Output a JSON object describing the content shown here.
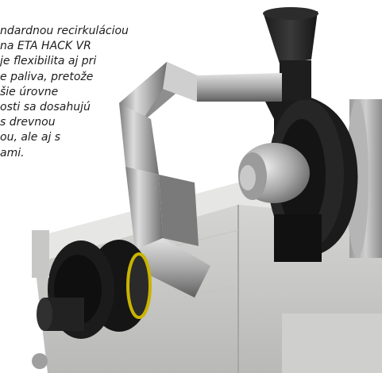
{
  "caption": {
    "lines": [
      "ndardnou recirkuláciou",
      "na ETA HACK VR",
      "je flexibilita aj pri",
      "e paliva, pretože",
      "šie úrovne",
      "osti sa dosahujú",
      "s drevnou",
      "ou, ale aj s",
      "ami."
    ]
  },
  "image": {
    "subject": "rendered-boiler-with-recirculation-duct-and-fan"
  }
}
